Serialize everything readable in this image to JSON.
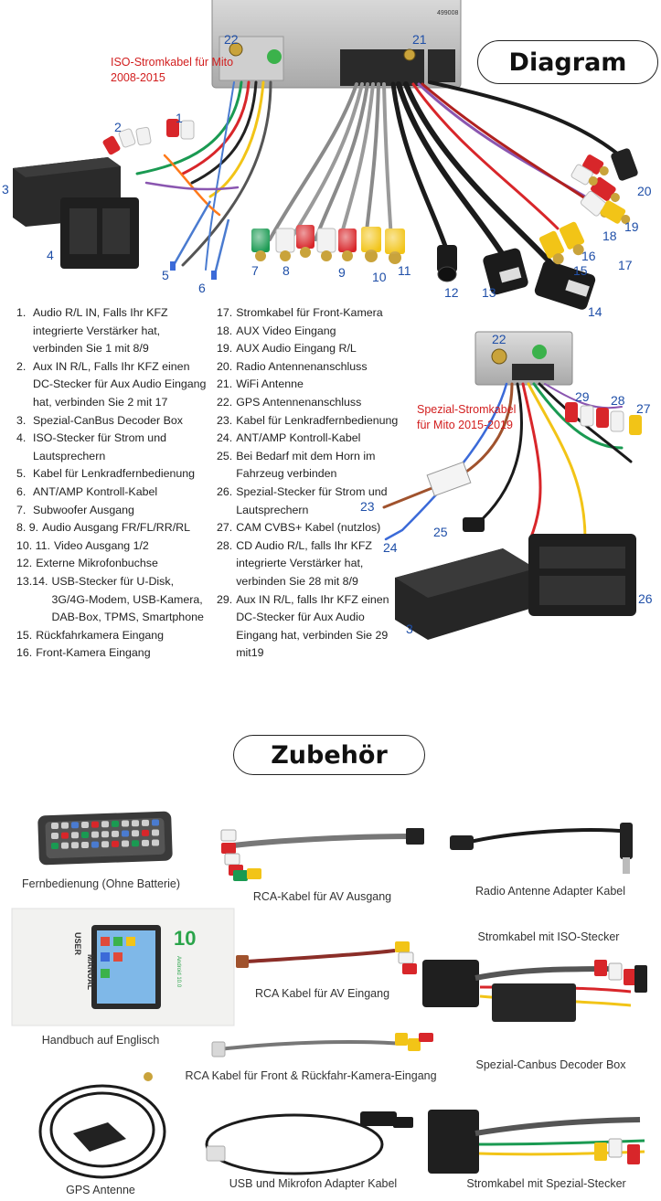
{
  "diagram_title": "Diagram",
  "accessories_title": "Zubehör",
  "head_unit": {
    "serial": "499008",
    "top_labels": {
      "gps": "22",
      "wifi": "21"
    }
  },
  "notes": {
    "iso_cable": "ISO-Stromkabel für Mito 2008-2015",
    "special_cable": "Spezial-Stromkabel für Mito 2015-2019"
  },
  "callouts": {
    "n1": "1",
    "n2": "2",
    "n3": "3",
    "n4": "4",
    "n5": "5",
    "n6": "6",
    "n7": "7",
    "n8": "8",
    "n9": "9",
    "n10": "10",
    "n11": "11",
    "n12": "12",
    "n13": "13",
    "n14": "14",
    "n15": "15",
    "n16": "16",
    "n17": "17",
    "n18": "18",
    "n19": "19",
    "n20": "20",
    "n22b": "22",
    "n23": "23",
    "n24": "24",
    "n25": "25",
    "n26": "26",
    "n27": "27",
    "n28": "28",
    "n29": "29",
    "n3b": "3"
  },
  "legend_left": [
    {
      "n": "1.",
      "t": "Audio R/L IN, Falls Ihr KFZ integrierte Verstärker hat, verbinden Sie 1 mit 8/9"
    },
    {
      "n": "2.",
      "t": "Aux IN R/L, Falls Ihr KFZ einen DC-Stecker für Aux Audio Eingang hat, verbinden Sie 2 mit 17"
    },
    {
      "n": "3.",
      "t": "Spezial-CanBus Decoder Box"
    },
    {
      "n": "4.",
      "t": "ISO-Stecker für Strom und Lautsprechern"
    },
    {
      "n": "5.",
      "t": "Kabel für Lenkradfernbedienung"
    },
    {
      "n": "6.",
      "t": "ANT/AMP Kontroll-Kabel"
    },
    {
      "n": "7.",
      "t": "Subwoofer Ausgang"
    },
    {
      "n": "8. 9.",
      "t": "Audio Ausgang FR/FL/RR/RL"
    },
    {
      "n": "10. 11.",
      "t": "Video Ausgang 1/2"
    },
    {
      "n": "12.",
      "t": "Externe Mikrofonbuchse"
    },
    {
      "n": "13.14.",
      "t": "USB-Stecker für U-Disk, 3G/4G-Modem, USB-Kamera, DAB-Box, TPMS, Smartphone"
    },
    {
      "n": "15.",
      "t": "Rückfahrkamera Eingang"
    },
    {
      "n": "16.",
      "t": "Front-Kamera Eingang"
    }
  ],
  "legend_right": [
    {
      "n": "17.",
      "t": "Stromkabel für Front-Kamera"
    },
    {
      "n": "18.",
      "t": "AUX Video Eingang"
    },
    {
      "n": "19.",
      "t": "AUX Audio Eingang R/L"
    },
    {
      "n": "20.",
      "t": "Radio Antennenanschluss"
    },
    {
      "n": "21.",
      "t": "WiFi Antenne"
    },
    {
      "n": "22.",
      "t": "GPS Antennenanschluss"
    },
    {
      "n": "23.",
      "t": "Kabel für Lenkradfernbedienung"
    },
    {
      "n": "24.",
      "t": "ANT/AMP Kontroll-Kabel"
    },
    {
      "n": "25.",
      "t": "Bei Bedarf mit dem Horn im Fahrzeug verbinden"
    },
    {
      "n": "26.",
      "t": "Spezial-Stecker für Strom und Lautsprechern"
    },
    {
      "n": "27.",
      "t": "CAM CVBS+ Kabel (nutzlos)"
    },
    {
      "n": "28.",
      "t": "CD Audio R/L, falls Ihr KFZ integrierte Verstärker hat, verbinden Sie 28 mit 8/9"
    },
    {
      "n": "29.",
      "t": "Aux IN R/L, falls Ihr KFZ einen DC-Stecker für Aux Audio Eingang hat, verbinden Sie 29 mit19"
    }
  ],
  "manual": {
    "lines": [
      "USER",
      "MANUAL"
    ],
    "brand": "Android 10.0"
  },
  "accessories": {
    "remote": "Fernbedienung (Ohne Batterie)",
    "rca_out": "RCA-Kabel für AV Ausgang",
    "antenna_adapter": "Radio Antenne Adapter Kabel",
    "manual": "Handbuch auf Englisch",
    "iso_power": "Stromkabel mit ISO-Stecker",
    "rca_in": "RCA Kabel für AV Eingang",
    "rca_camera": "RCA Kabel für Front & Rückfahr-Kamera-Eingang",
    "canbus_box": "Spezial-Canbus Decoder Box",
    "gps": "GPS Antenne",
    "usb_mic": "USB und Mikrofon Adapter Kabel",
    "special_power": "Stromkabel mit Spezial-Stecker"
  },
  "colors": {
    "callout": "#1f4fa8",
    "note_red": "#d21e1e",
    "rca_red": "#d8262a",
    "rca_white": "#f2f2f2",
    "rca_yellow": "#f2c417",
    "rca_green": "#1a9a52",
    "cable_black": "#1b1b1b",
    "wire_purple": "#8a56b0",
    "box_black": "#222222"
  }
}
